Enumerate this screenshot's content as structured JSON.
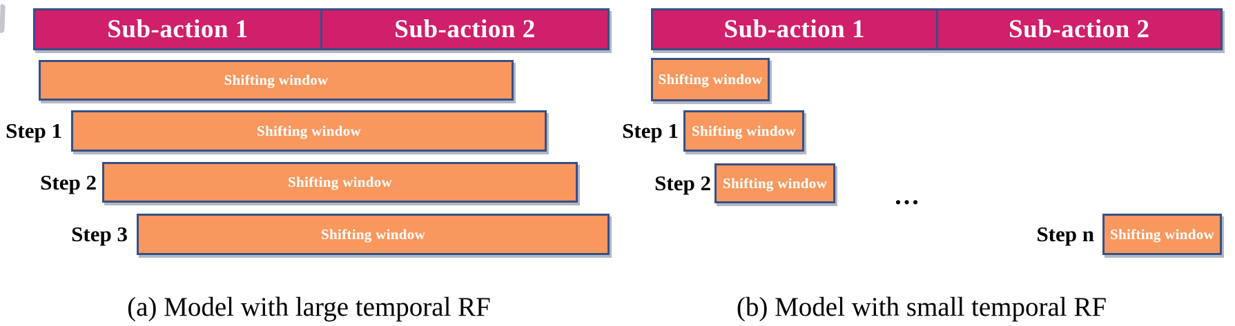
{
  "figure": {
    "colors": {
      "sub_action_fill": "#D01F6B",
      "window_fill": "#F8975E",
      "outline_navy": "#355085",
      "text_white": "#FFFFFF",
      "text_black": "#000000"
    },
    "panel_a": {
      "header_cells": [
        "Sub-action 1",
        "Sub-action 2"
      ],
      "rows": [
        {
          "step": "",
          "window": "Shifting window"
        },
        {
          "step": "Step 1",
          "window": "Shifting window"
        },
        {
          "step": "Step 2",
          "window": "Shifting window"
        },
        {
          "step": "Step 3",
          "window": "Shifting window"
        }
      ],
      "caption": "(a) Model with large temporal RF"
    },
    "panel_b": {
      "header_cells": [
        "Sub-action 1",
        "Sub-action 2"
      ],
      "rows": [
        {
          "step": "",
          "window": "Shifting window"
        },
        {
          "step": "Step 1",
          "window": "Shifting window"
        },
        {
          "step": "Step 2",
          "window": "Shifting window"
        },
        {
          "step": "Step n",
          "window": "Shifting window"
        }
      ],
      "ellipsis": "...",
      "caption": "(b) Model with small temporal RF"
    }
  }
}
